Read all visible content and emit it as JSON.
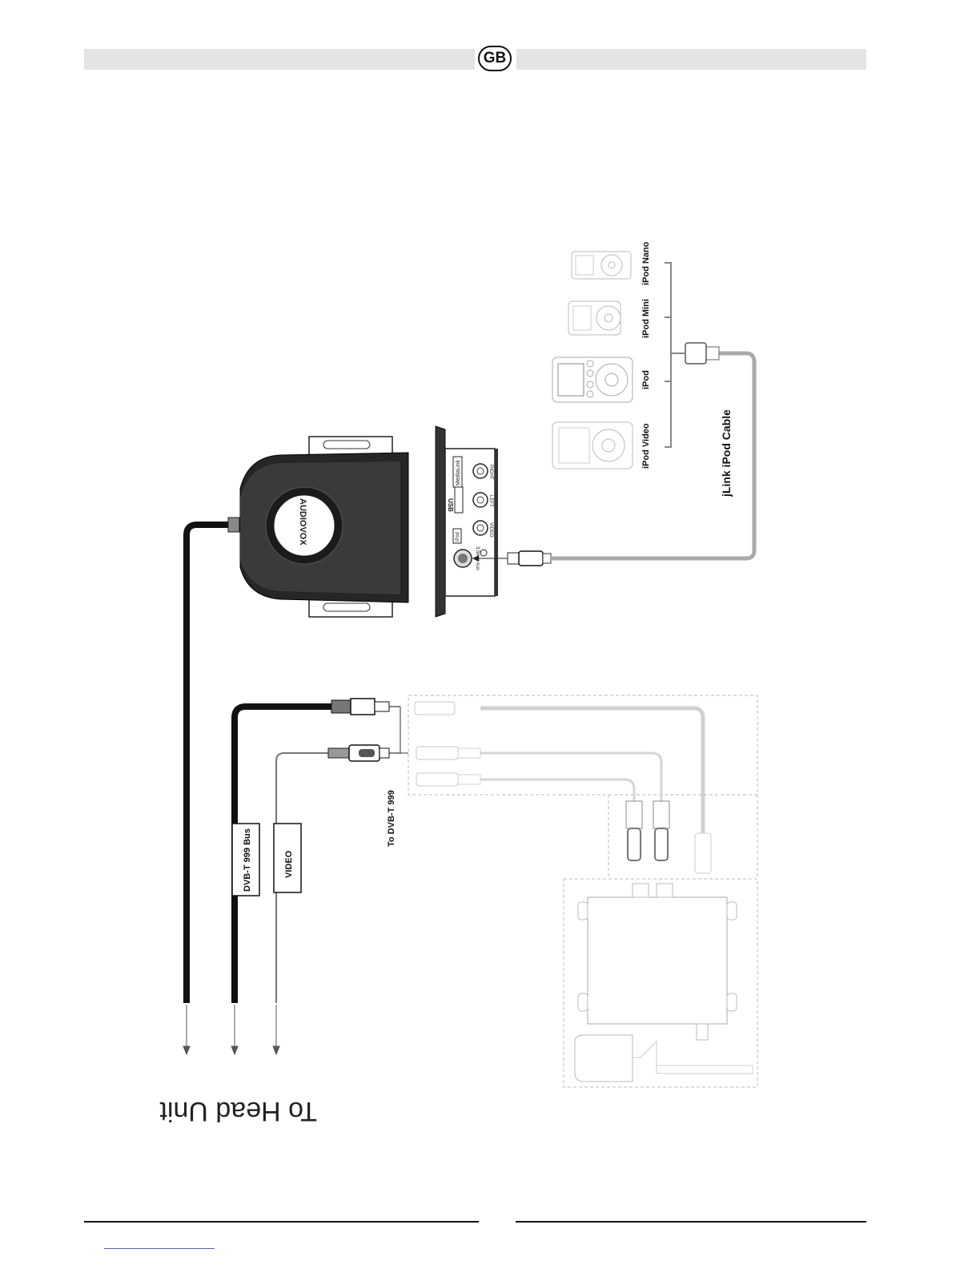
{
  "header": {
    "badge": "GB"
  },
  "diagram": {
    "head_unit": "To Head Unit",
    "bus_label": "DVB-T 999 Bus",
    "video_label": "VIDEO",
    "to_dvbt": "To DVB-T 999",
    "cable_label": "jLink iPod Cable",
    "brand": "AUDIOVOX",
    "ipods": [
      "iPod Video",
      "iPod",
      "iPod Mini",
      "iPod Nano"
    ],
    "panel": {
      "medialink": "MediaLink",
      "usb": "USB",
      "ipod_badge": "iPod",
      "right": "RIGHT",
      "left": "LEFT",
      "video": "VIDEO",
      "aux": "3.5mm Aux"
    }
  }
}
